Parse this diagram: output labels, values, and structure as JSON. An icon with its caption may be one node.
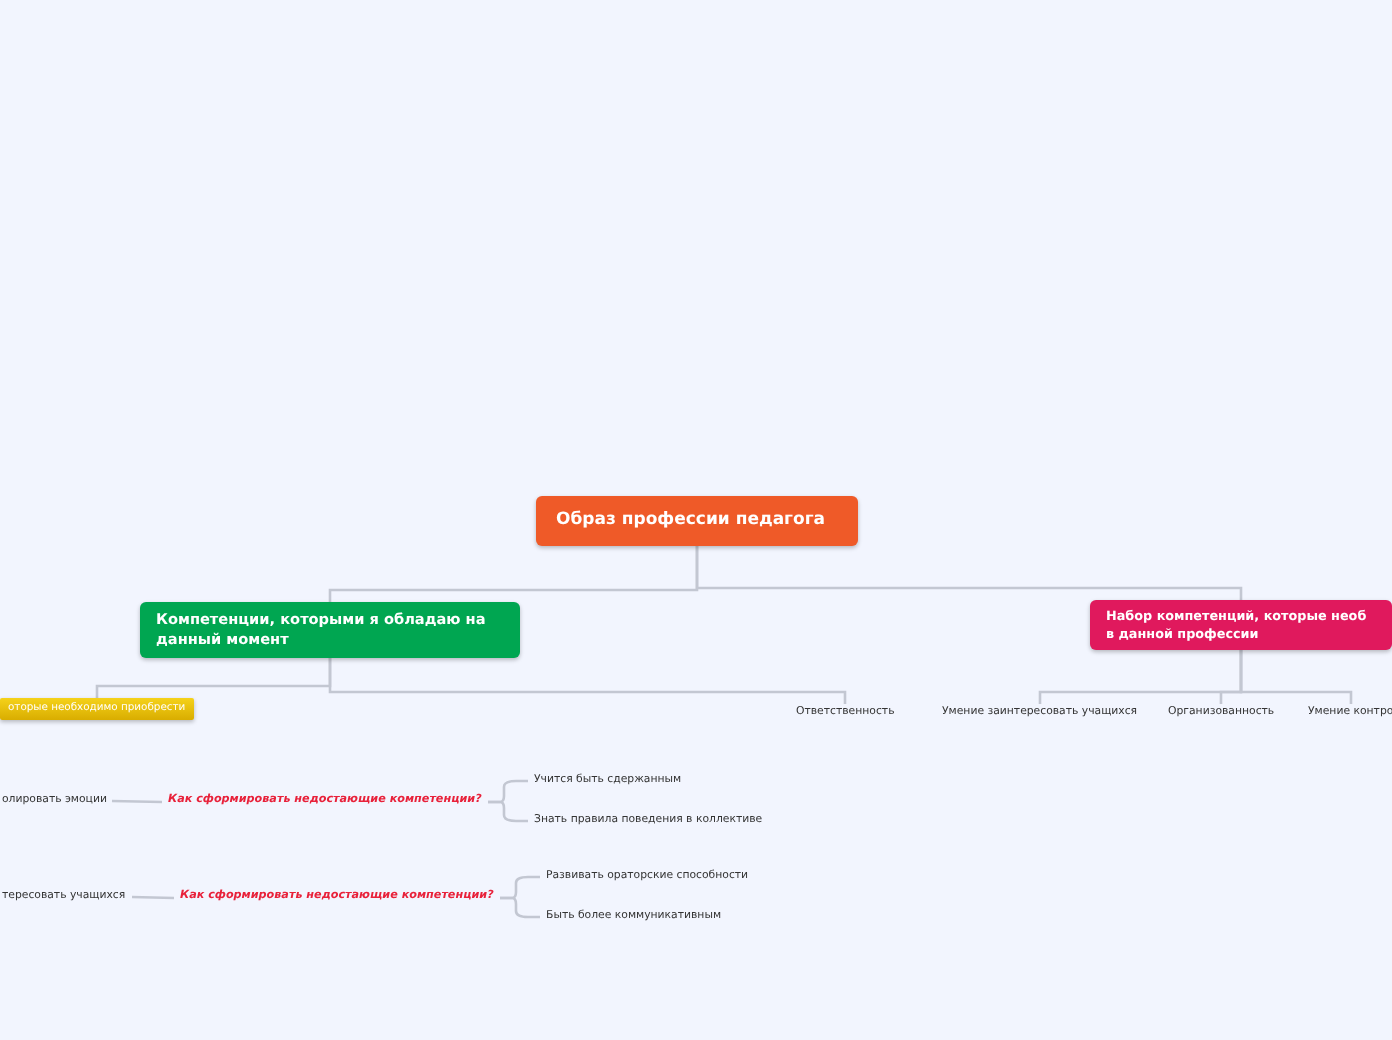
{
  "diagram": {
    "nodes": [
      {
        "text": [
          "Образ профессии педагога"
        ]
      },
      {
        "text": [
          "Компетенции, которыми я обладаю на данный момент"
        ]
      },
      {
        "text": [
          "Набор компетенций, которые необ в данной профессии"
        ]
      },
      {
        "text": [
          "оторые необходимо приобрести"
        ]
      },
      {
        "text": [
          "Ответственность"
        ]
      },
      {
        "text": [
          "Умение заинтересовать учащихся"
        ]
      },
      {
        "text": [
          "Организованность"
        ]
      },
      {
        "text": [
          "Умение контро"
        ]
      },
      {
        "text": [
          "олировать эмоции"
        ]
      },
      {
        "text": [
          "Как сформировать недостающие компетенции?"
        ]
      },
      {
        "text": [
          "Учится быть сдержанным"
        ]
      },
      {
        "text": [
          "Знать правила поведения в коллективе"
        ]
      },
      {
        "text": [
          "тересовать учащихся"
        ]
      },
      {
        "text": [
          "Как сформировать недостающие компетенции?"
        ]
      },
      {
        "text": [
          "Развивать ораторские способности"
        ]
      },
      {
        "text": [
          "Быть более коммуникативным"
        ]
      }
    ],
    "edges": [
      {
        "from": 0,
        "to": 1,
        "arrow": "none"
      },
      {
        "from": 0,
        "to": 2,
        "arrow": "none"
      },
      {
        "from": 1,
        "to": 3,
        "arrow": "none"
      },
      {
        "from": 1,
        "to": 4,
        "arrow": "none"
      },
      {
        "from": 2,
        "to": 5,
        "arrow": "none"
      },
      {
        "from": 2,
        "to": 6,
        "arrow": "none"
      },
      {
        "from": 2,
        "to": 7,
        "arrow": "none"
      },
      {
        "from": 8,
        "to": 9,
        "arrow": "none"
      },
      {
        "from": 9,
        "to": 10,
        "arrow": "none"
      },
      {
        "from": 9,
        "to": 11,
        "arrow": "none"
      },
      {
        "from": 12,
        "to": 13,
        "arrow": "none"
      },
      {
        "from": 13,
        "to": 14,
        "arrow": "none"
      },
      {
        "from": 13,
        "to": 15,
        "arrow": "none"
      }
    ]
  }
}
